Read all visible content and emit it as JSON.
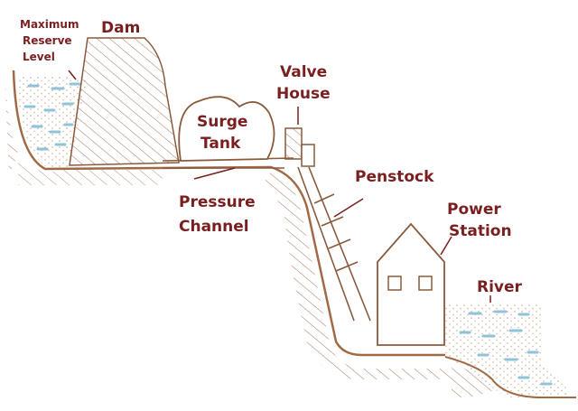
{
  "labels": {
    "reserve_line1": "Maximum",
    "reserve_line2": "Reserve",
    "reserve_line3": "Level",
    "dam": "Dam",
    "surge_line1": "Surge",
    "surge_line2": "Tank",
    "valve_line1": "Valve",
    "valve_line2": "House",
    "penstock": "Penstock",
    "pressure_line1": "Pressure",
    "pressure_line2": "Channel",
    "power_line1": "Power",
    "power_line2": "Station",
    "river": "River"
  },
  "colors": {
    "line": "#8a5a3c",
    "label": "#7a1f1f",
    "water_dash": "#8fc3d8",
    "stipple": "#c9a890"
  }
}
